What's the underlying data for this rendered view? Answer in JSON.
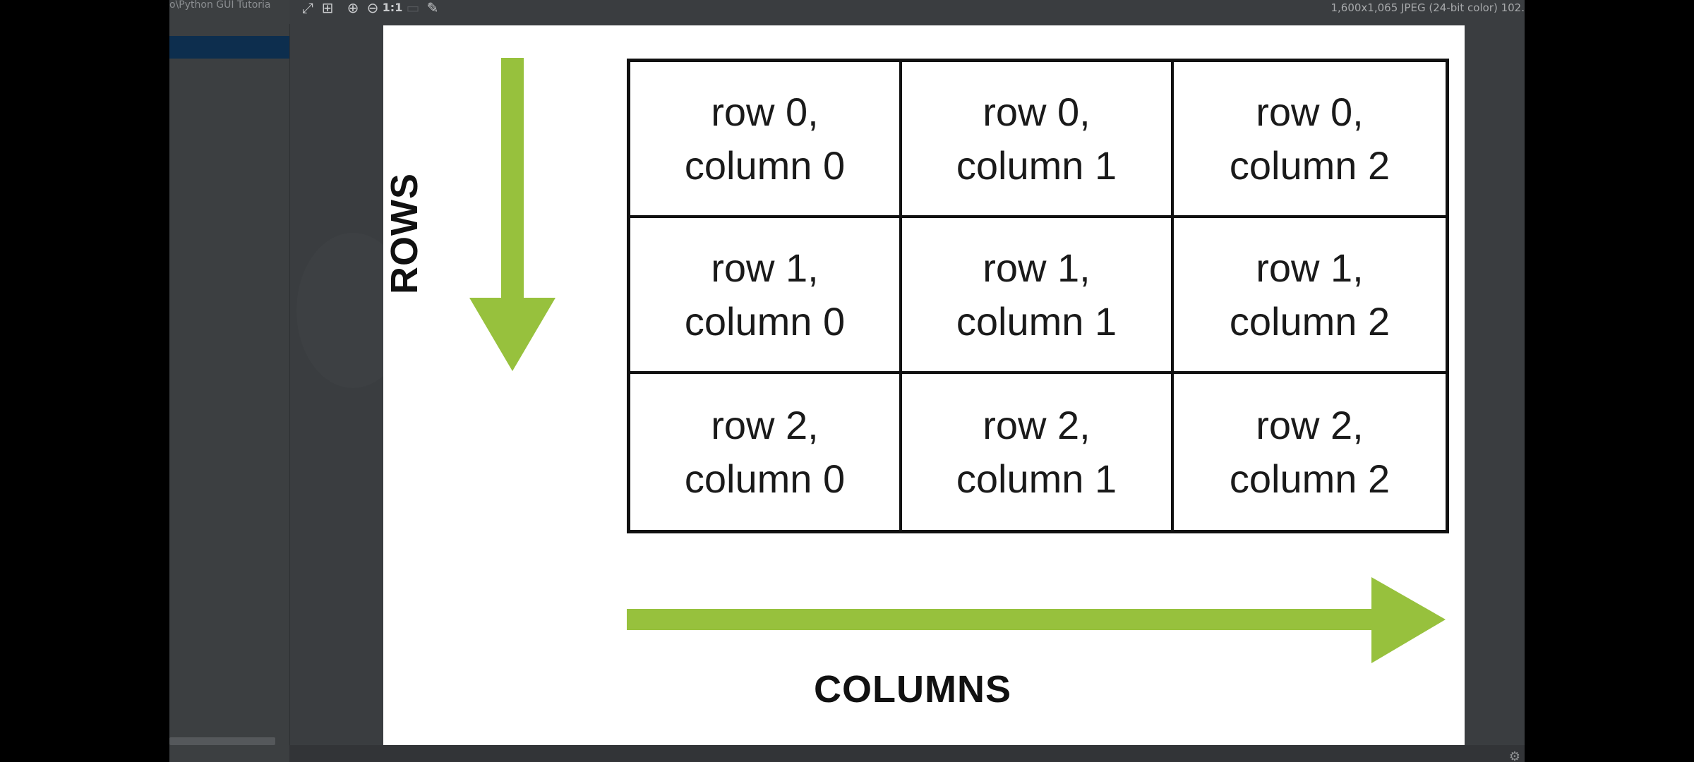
{
  "app": {
    "path_label": "o\\Python GUI Tutoria",
    "image_info": "1,600x1,065 JPEG (24-bit color) 102.",
    "toolbar": {
      "fit_icon": "fullscreen-icon",
      "grid_icon": "grid-icon",
      "zoom_in_icon": "zoom-in-icon",
      "zoom_out_icon": "zoom-out-icon",
      "actual_size_label": "1:1",
      "eyedropper_icon": "eyedropper-icon"
    }
  },
  "image": {
    "rows_label": "ROWS",
    "columns_label": "COLUMNS",
    "arrow_color": "#97c13d",
    "grid": [
      [
        "row 0,\ncolumn 0",
        "row 0,\ncolumn 1",
        "row 0,\ncolumn 2"
      ],
      [
        "row 1,\ncolumn 0",
        "row 1,\ncolumn 1",
        "row 1,\ncolumn 2"
      ],
      [
        "row 2,\ncolumn 0",
        "row 2,\ncolumn 1",
        "row 2,\ncolumn 2"
      ]
    ]
  }
}
